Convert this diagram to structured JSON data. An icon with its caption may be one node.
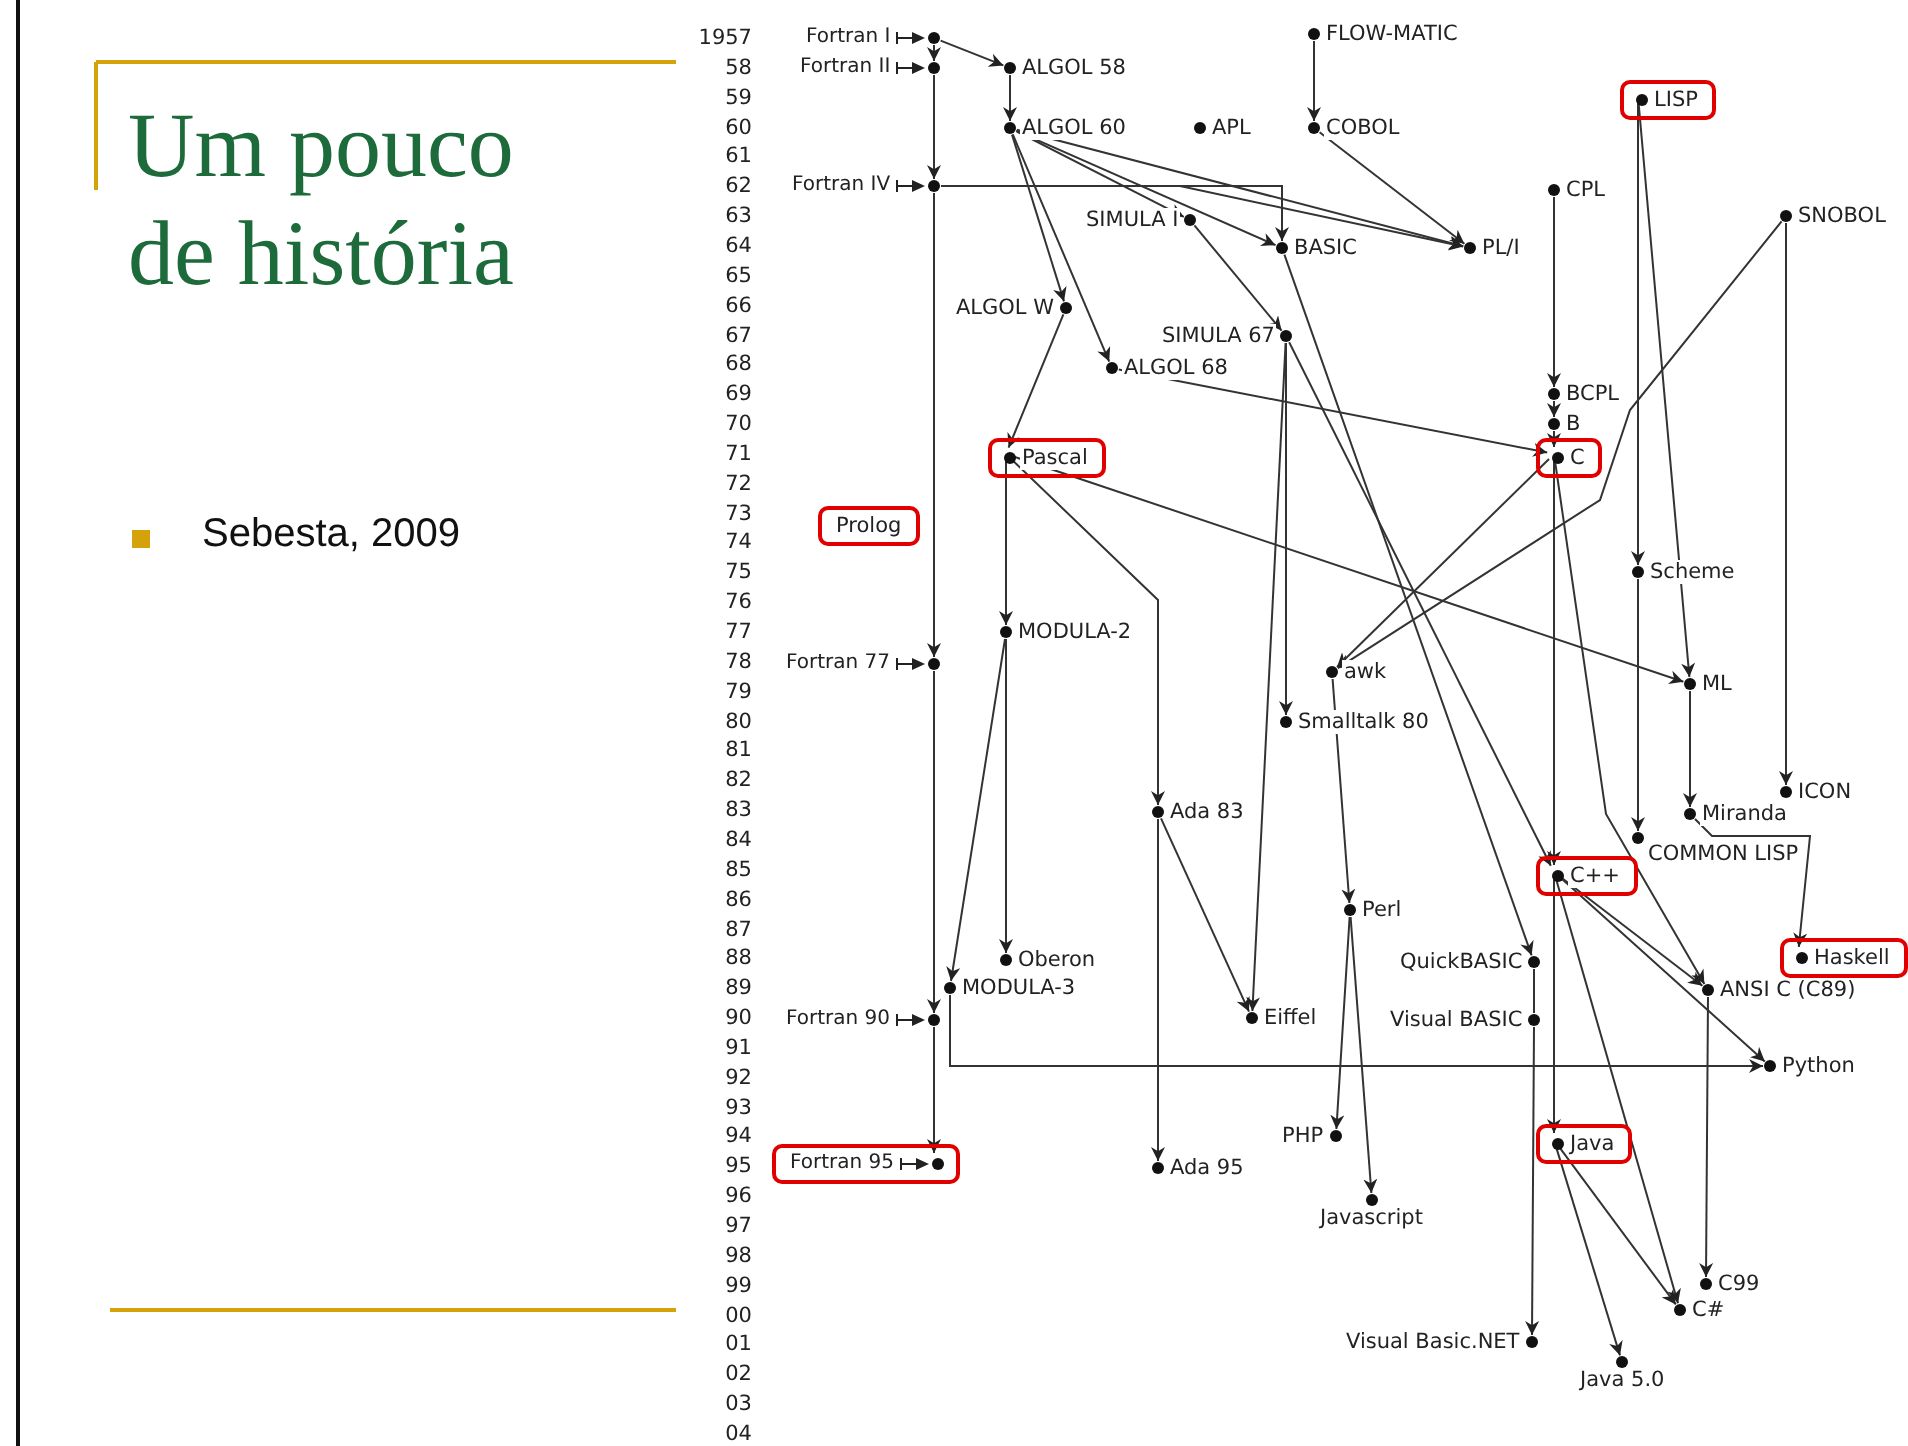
{
  "diagram": {
    "title": "Um pouco de história",
    "nodes": [
      {
        "text": [
          "Fortran I"
        ]
      },
      {
        "text": [
          "FLOW-MATIC"
        ]
      },
      {
        "text": [
          "Fortran II"
        ]
      },
      {
        "text": [
          "ALGOL 58"
        ]
      },
      {
        "text": [
          "LISP"
        ]
      },
      {
        "text": [
          "ALGOL 60"
        ]
      },
      {
        "text": [
          "APL"
        ]
      },
      {
        "text": [
          "COBOL"
        ]
      },
      {
        "text": [
          "Fortran IV"
        ]
      },
      {
        "text": [
          "CPL"
        ]
      },
      {
        "text": [
          "SNOBOL"
        ]
      },
      {
        "text": [
          "SIMULA I"
        ]
      },
      {
        "text": [
          "BASIC"
        ]
      },
      {
        "text": [
          "PL/I"
        ]
      },
      {
        "text": [
          "ALGOL W"
        ]
      },
      {
        "text": [
          "SIMULA 67"
        ]
      },
      {
        "text": [
          "ALGOL 68"
        ]
      },
      {
        "text": [
          "BCPL"
        ]
      },
      {
        "text": [
          "B"
        ]
      },
      {
        "text": [
          "Pascal"
        ]
      },
      {
        "text": [
          "C"
        ]
      },
      {
        "text": [
          "Prolog"
        ]
      },
      {
        "text": [
          "Scheme"
        ]
      },
      {
        "text": [
          "MODULA-2"
        ]
      },
      {
        "text": [
          "Fortran 77"
        ]
      },
      {
        "text": [
          "awk"
        ]
      },
      {
        "text": [
          "ML"
        ]
      },
      {
        "text": [
          "Smalltalk 80"
        ]
      },
      {
        "text": [
          "ICON"
        ]
      },
      {
        "text": [
          "Ada 83"
        ]
      },
      {
        "text": [
          "Miranda"
        ]
      },
      {
        "text": [
          "COMMON LISP"
        ]
      },
      {
        "text": [
          "C++"
        ]
      },
      {
        "text": [
          "Perl"
        ]
      },
      {
        "text": [
          "Oberon"
        ]
      },
      {
        "text": [
          "QuickBASIC"
        ]
      },
      {
        "text": [
          "Haskell"
        ]
      },
      {
        "text": [
          "MODULA-3"
        ]
      },
      {
        "text": [
          "ANSI C (C89)"
        ]
      },
      {
        "text": [
          "Fortran 90"
        ]
      },
      {
        "text": [
          "Eiffel"
        ]
      },
      {
        "text": [
          "Visual BASIC"
        ]
      },
      {
        "text": [
          "Python"
        ]
      },
      {
        "text": [
          "PHP"
        ]
      },
      {
        "text": [
          "Java"
        ]
      },
      {
        "text": [
          "Fortran 95"
        ]
      },
      {
        "text": [
          "Ada 95"
        ]
      },
      {
        "text": [
          "Javascript"
        ]
      },
      {
        "text": [
          "C99"
        ]
      },
      {
        "text": [
          "C#"
        ]
      },
      {
        "text": [
          "Visual Basic.NET"
        ]
      },
      {
        "text": [
          "Java 5.0"
        ]
      }
    ],
    "edges": [
      {
        "from": 0,
        "to": 2,
        "arrow": "to"
      },
      {
        "from": 0,
        "to": 3,
        "arrow": "to"
      },
      {
        "from": 2,
        "to": 8,
        "arrow": "to"
      },
      {
        "from": 3,
        "to": 5,
        "arrow": "to"
      },
      {
        "from": 1,
        "to": 7,
        "arrow": "to"
      },
      {
        "from": 5,
        "to": 13,
        "arrow": "to"
      },
      {
        "from": 8,
        "to": 13,
        "arrow": "to"
      },
      {
        "from": 7,
        "to": 13,
        "arrow": "to"
      },
      {
        "from": 5,
        "to": 11,
        "arrow": "to"
      },
      {
        "from": 5,
        "to": 12,
        "arrow": "to"
      },
      {
        "from": 8,
        "to": 12,
        "arrow": "to"
      },
      {
        "from": 5,
        "to": 14,
        "arrow": "to"
      },
      {
        "from": 5,
        "to": 16,
        "arrow": "to"
      },
      {
        "from": 8,
        "to": 24,
        "arrow": "to"
      },
      {
        "from": 11,
        "to": 15,
        "arrow": "to"
      },
      {
        "from": 16,
        "to": 20,
        "arrow": "to"
      },
      {
        "from": 9,
        "to": 17,
        "arrow": "to"
      },
      {
        "from": 17,
        "to": 18,
        "arrow": "to"
      },
      {
        "from": 18,
        "to": 20,
        "arrow": "to"
      },
      {
        "from": 10,
        "to": 25,
        "arrow": "to"
      },
      {
        "from": 20,
        "to": 25,
        "arrow": "to"
      },
      {
        "from": 10,
        "to": 28,
        "arrow": "to"
      },
      {
        "from": 14,
        "to": 19,
        "arrow": "to"
      },
      {
        "from": 19,
        "to": 23,
        "arrow": "to"
      },
      {
        "from": 19,
        "to": 29,
        "arrow": "to"
      },
      {
        "from": 19,
        "to": 26,
        "arrow": "to"
      },
      {
        "from": 4,
        "to": 22,
        "arrow": "to"
      },
      {
        "from": 4,
        "to": 26,
        "arrow": "to"
      },
      {
        "from": 22,
        "to": 31,
        "arrow": "to"
      },
      {
        "from": 26,
        "to": 30,
        "arrow": "to"
      },
      {
        "from": 30,
        "to": 36,
        "arrow": "to"
      },
      {
        "from": 15,
        "to": 27,
        "arrow": "to"
      },
      {
        "from": 15,
        "to": 32,
        "arrow": "to"
      },
      {
        "from": 15,
        "to": 40,
        "arrow": "to"
      },
      {
        "from": 20,
        "to": 32,
        "arrow": "to"
      },
      {
        "from": 12,
        "to": 35,
        "arrow": "to"
      },
      {
        "from": 23,
        "to": 34,
        "arrow": "to"
      },
      {
        "from": 23,
        "to": 37,
        "arrow": "to"
      },
      {
        "from": 29,
        "to": 40,
        "arrow": "to"
      },
      {
        "from": 29,
        "to": 46,
        "arrow": "to"
      },
      {
        "from": 25,
        "to": 33,
        "arrow": "to"
      },
      {
        "from": 33,
        "to": 43,
        "arrow": "to"
      },
      {
        "from": 33,
        "to": 47,
        "arrow": "to"
      },
      {
        "from": 20,
        "to": 38,
        "arrow": "to"
      },
      {
        "from": 32,
        "to": 38,
        "arrow": "to"
      },
      {
        "from": 32,
        "to": 44,
        "arrow": "to"
      },
      {
        "from": 32,
        "to": 49,
        "arrow": "to"
      },
      {
        "from": 32,
        "to": 42,
        "arrow": "to"
      },
      {
        "from": 37,
        "to": 42,
        "arrow": "to"
      },
      {
        "from": 38,
        "to": 48,
        "arrow": "to"
      },
      {
        "from": 44,
        "to": 49,
        "arrow": "to"
      },
      {
        "from": 44,
        "to": 51,
        "arrow": "to"
      },
      {
        "from": 41,
        "to": 50,
        "arrow": "to"
      },
      {
        "from": 35,
        "to": 41,
        "arrow": "none"
      },
      {
        "from": 24,
        "to": 39,
        "arrow": "to"
      },
      {
        "from": 39,
        "to": 45,
        "arrow": "to"
      }
    ],
    "labels": [
      "Sebesta, 2009",
      "1957",
      "58",
      "59",
      "60",
      "61",
      "62",
      "63",
      "64",
      "65",
      "66",
      "67",
      "68",
      "69",
      "70",
      "71",
      "72",
      "73",
      "74",
      "75",
      "76",
      "77",
      "78",
      "79",
      "80",
      "81",
      "82",
      "83",
      "84",
      "85",
      "86",
      "87",
      "88",
      "89",
      "90",
      "91",
      "92",
      "93",
      "94",
      "95",
      "96",
      "97",
      "98",
      "99",
      "00",
      "01",
      "02",
      "03",
      "04"
    ]
  }
}
